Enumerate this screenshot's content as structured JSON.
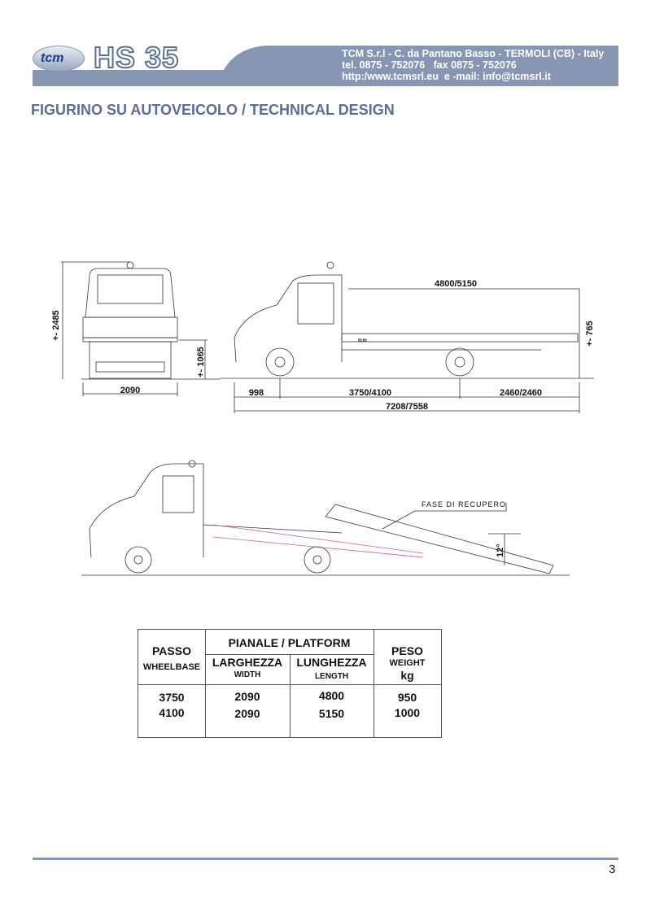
{
  "header": {
    "logo_text": "tcm",
    "model": "HS 35",
    "contact_lines": [
      "TCM S.r.l - C. da Pantano Basso - TERMOLI (CB) - Italy",
      "tel. 0875 - 752076   fax 0875 - 752076",
      "http:/www.tcmsrl.eu  e -mail: info@tcmsrl.it"
    ]
  },
  "title": "FIGURINO SU AUTOVEICOLO / TECHNICAL DESIGN",
  "drawing": {
    "front_height": "+- 2485",
    "front_platform_height": "+- 1065",
    "front_width": "2090",
    "platform_length": "4800/5150",
    "platform_rise": "+- 765",
    "front_overhang": "998",
    "wheelbase": "3750/4100",
    "rear_overhang": "2460/2460",
    "total_length": "7208/7558",
    "bed_label": "tcm",
    "recovery_label": "FASE DI RECUPERO",
    "tilt_angle": "12°"
  },
  "table": {
    "passo": "PASSO",
    "wheelbase": "WHEELBASE",
    "pianale": "PIANALE / PLATFORM",
    "larghezza": "LARGHEZZA",
    "width": "WIDTH",
    "lunghezza": "LUNGHEZZA",
    "length": "LENGTH",
    "peso": "PESO",
    "weight": "WEIGHT",
    "kg": "kg",
    "rows": [
      {
        "passo": "3750",
        "larghezza": "2090",
        "lunghezza": "4800",
        "peso": "950"
      },
      {
        "passo": "4100",
        "larghezza": "2090",
        "lunghezza": "5150",
        "peso": "1000"
      }
    ]
  },
  "page_number": "3"
}
